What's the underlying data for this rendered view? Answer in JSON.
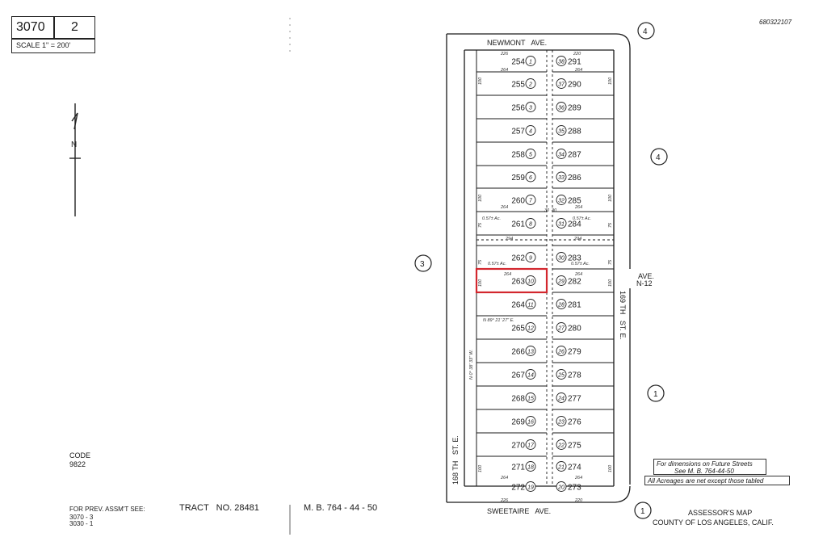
{
  "header": {
    "book": "3070",
    "page": "2",
    "scale": "SCALE 1\" = 200'",
    "doc_number": "680322107"
  },
  "north": {
    "label": "N"
  },
  "code": {
    "label": "CODE",
    "value": "9822"
  },
  "footer": {
    "prev_label": "FOR PREV. ASSM'T SEE:",
    "prev_1": "3070 - 3",
    "prev_2": "3030 - 1",
    "tract": "TRACT   NO. 28481",
    "mb": "M. B. 764 - 44 - 50",
    "assessor_1": "ASSESSOR'S MAP",
    "assessor_2": "COUNTY OF LOS ANGELES, CALIF."
  },
  "streets": {
    "north": "NEWMONT   AVE.",
    "south": "SWEETAIRE   AVE.",
    "west": "168 TH   ST. E.",
    "east": "169 TH   ST. E.",
    "ave_n12_a": "AVE.",
    "ave_n12_b": "N-12"
  },
  "page_refs": [
    {
      "id": "ref-top",
      "num": "4"
    },
    {
      "id": "ref-east",
      "num": "4"
    },
    {
      "id": "ref-west",
      "num": "3"
    },
    {
      "id": "ref-se",
      "num": "1"
    },
    {
      "id": "ref-bottom",
      "num": "1"
    }
  ],
  "notes": {
    "future_1": "For dimensions on Future Streets",
    "future_2": "See  M. B. 764-44-50",
    "acreage": "All Acreages are net except those tabled"
  },
  "bearings": {
    "bearing_ew": "N 89° 21' 27\" E.",
    "bearing_ns": "N 0° 38' 33\" W."
  },
  "west_parcels": [
    {
      "parcel": "254",
      "lot": "1"
    },
    {
      "parcel": "255",
      "lot": "2"
    },
    {
      "parcel": "256",
      "lot": "3"
    },
    {
      "parcel": "257",
      "lot": "4"
    },
    {
      "parcel": "258",
      "lot": "5"
    },
    {
      "parcel": "259",
      "lot": "6"
    },
    {
      "parcel": "260",
      "lot": "7"
    },
    {
      "parcel": "261",
      "lot": "8"
    },
    {
      "parcel": "262",
      "lot": "9"
    },
    {
      "parcel": "263",
      "lot": "10",
      "highlight": true
    },
    {
      "parcel": "264",
      "lot": "11"
    },
    {
      "parcel": "265",
      "lot": "12"
    },
    {
      "parcel": "266",
      "lot": "13"
    },
    {
      "parcel": "267",
      "lot": "14"
    },
    {
      "parcel": "268",
      "lot": "15"
    },
    {
      "parcel": "269",
      "lot": "16"
    },
    {
      "parcel": "270",
      "lot": "17"
    },
    {
      "parcel": "271",
      "lot": "18"
    },
    {
      "parcel": "272",
      "lot": "19"
    }
  ],
  "east_parcels": [
    {
      "parcel": "291",
      "lot": "38"
    },
    {
      "parcel": "290",
      "lot": "37"
    },
    {
      "parcel": "289",
      "lot": "36"
    },
    {
      "parcel": "288",
      "lot": "35"
    },
    {
      "parcel": "287",
      "lot": "34"
    },
    {
      "parcel": "286",
      "lot": "33"
    },
    {
      "parcel": "285",
      "lot": "32"
    },
    {
      "parcel": "284",
      "lot": "31"
    },
    {
      "parcel": "283",
      "lot": "30"
    },
    {
      "parcel": "282",
      "lot": "29"
    },
    {
      "parcel": "281",
      "lot": "28"
    },
    {
      "parcel": "280",
      "lot": "27"
    },
    {
      "parcel": "279",
      "lot": "26"
    },
    {
      "parcel": "278",
      "lot": "25"
    },
    {
      "parcel": "277",
      "lot": "24"
    },
    {
      "parcel": "276",
      "lot": "23"
    },
    {
      "parcel": "275",
      "lot": "22"
    },
    {
      "parcel": "274",
      "lot": "21"
    },
    {
      "parcel": "273",
      "lot": "20"
    }
  ],
  "dims": {
    "d226": "226",
    "d220": "220",
    "d264": "264",
    "d294": "294",
    "d100": "100",
    "d75": "75",
    "d30": "30",
    "acre": "0.57± Ac."
  },
  "colors": {
    "ink": "#1a1a1a",
    "highlight": "#d3272e",
    "paper": "#ffffff"
  }
}
